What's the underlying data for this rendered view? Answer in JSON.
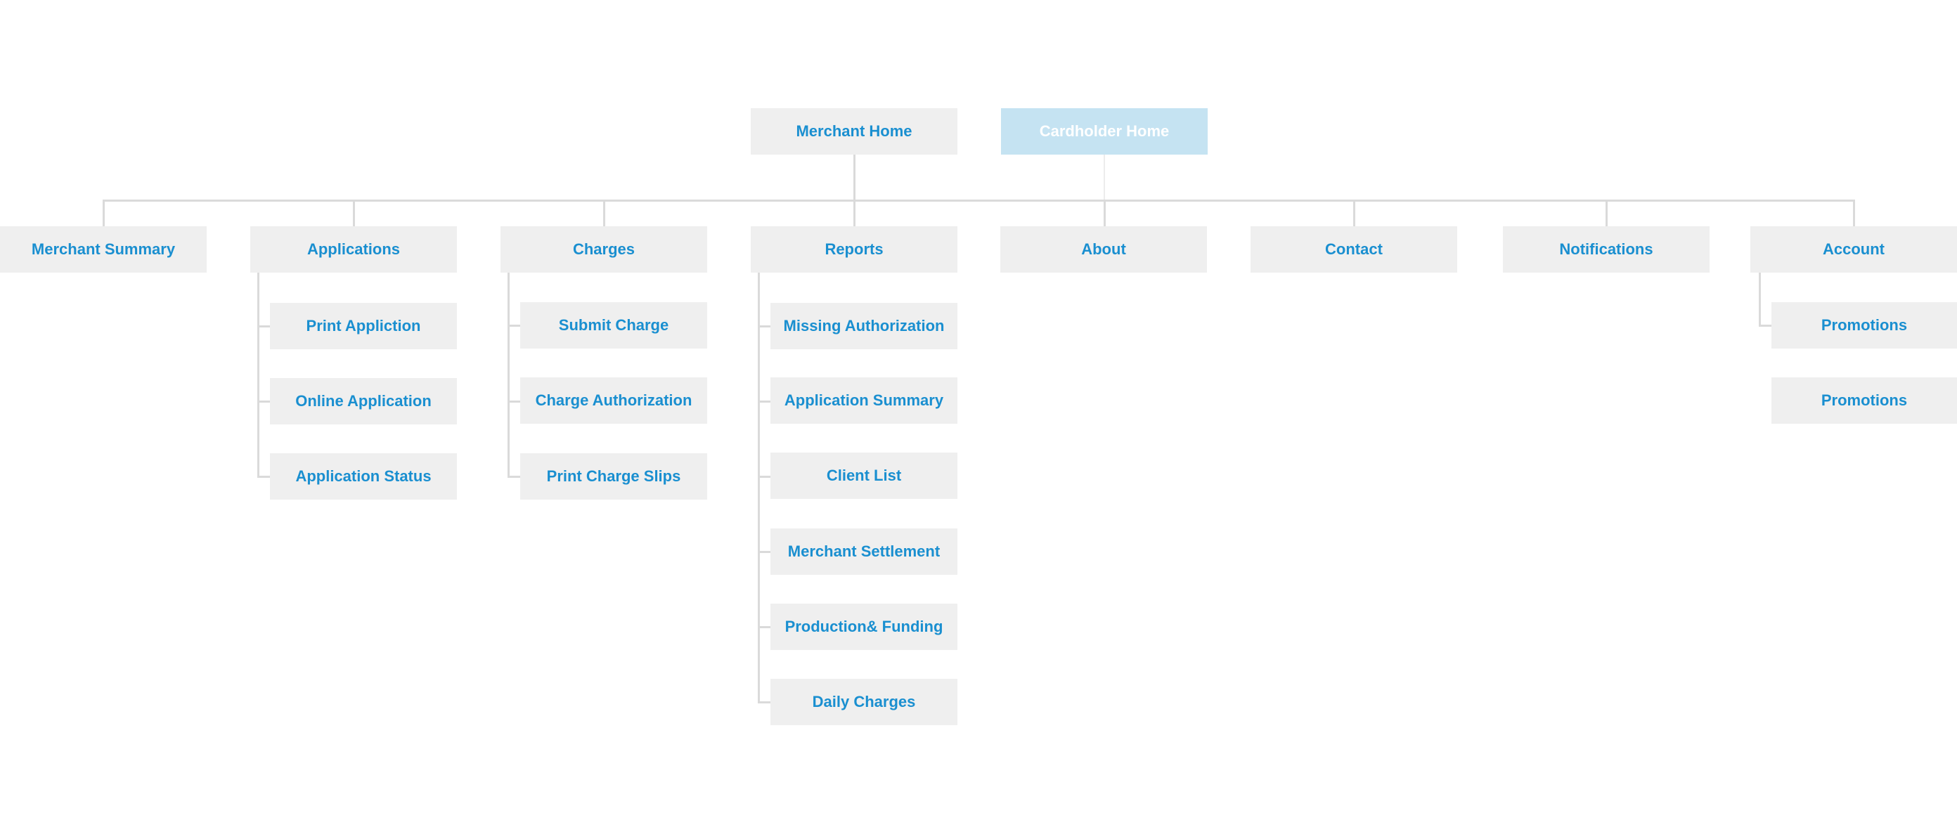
{
  "colors": {
    "box": "#efefef",
    "label": "#1a8fd0",
    "alt_box": "#c5e3f2",
    "alt_label": "#ffffff",
    "connector": "#dadada"
  },
  "roots": {
    "merchant_home": "Merchant Home",
    "cardholder_home": "Cardholder Home"
  },
  "sections": [
    {
      "label": "Merchant Summary",
      "children": []
    },
    {
      "label": "Applications",
      "children": [
        "Print Appliction",
        "Online Application",
        "Application Status"
      ]
    },
    {
      "label": "Charges",
      "children": [
        "Submit Charge",
        "Charge Authorization",
        "Print Charge Slips"
      ]
    },
    {
      "label": "Reports",
      "children": [
        "Missing Authorization",
        "Application Summary",
        "Client List",
        "Merchant Settlement",
        "Production& Funding",
        "Daily Charges"
      ]
    },
    {
      "label": "About",
      "children": []
    },
    {
      "label": "Contact",
      "children": []
    },
    {
      "label": "Notifications",
      "children": []
    },
    {
      "label": "Account",
      "children": [
        "Promotions",
        "Promotions"
      ]
    }
  ]
}
